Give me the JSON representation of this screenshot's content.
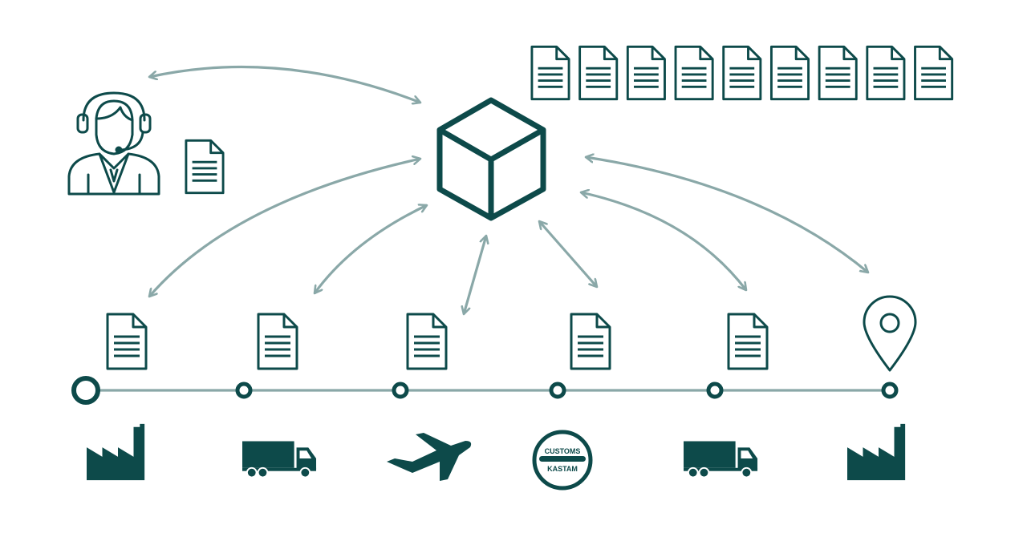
{
  "colors": {
    "primary": "#0d4a4a",
    "arrow": "#8aa8a8",
    "background": "#ffffff"
  },
  "central_hub": {
    "icon": "cube-icon"
  },
  "agent": {
    "icon": "customer-agent-headset-icon",
    "document_icon": "document-icon"
  },
  "document_stack": {
    "count": 9,
    "icon": "document-icon"
  },
  "timeline": {
    "stages": [
      {
        "id": "origin-factory",
        "icon": "factory-icon",
        "document_icon": "document-icon",
        "node": "start-circle"
      },
      {
        "id": "truck-1",
        "icon": "truck-icon",
        "document_icon": "document-icon",
        "node": "dot"
      },
      {
        "id": "air-freight",
        "icon": "airplane-icon",
        "document_icon": "document-icon",
        "node": "dot"
      },
      {
        "id": "customs",
        "icon": "customs-stamp-icon",
        "document_icon": "document-icon",
        "node": "dot"
      },
      {
        "id": "truck-2",
        "icon": "truck-icon",
        "document_icon": "document-icon",
        "node": "dot"
      },
      {
        "id": "destination-factory",
        "icon": "factory-icon",
        "document_icon": "location-pin-icon",
        "node": "dot"
      }
    ]
  },
  "customs_stamp": {
    "top_text": "CUSTOMS",
    "bottom_text": "KASTAM"
  }
}
